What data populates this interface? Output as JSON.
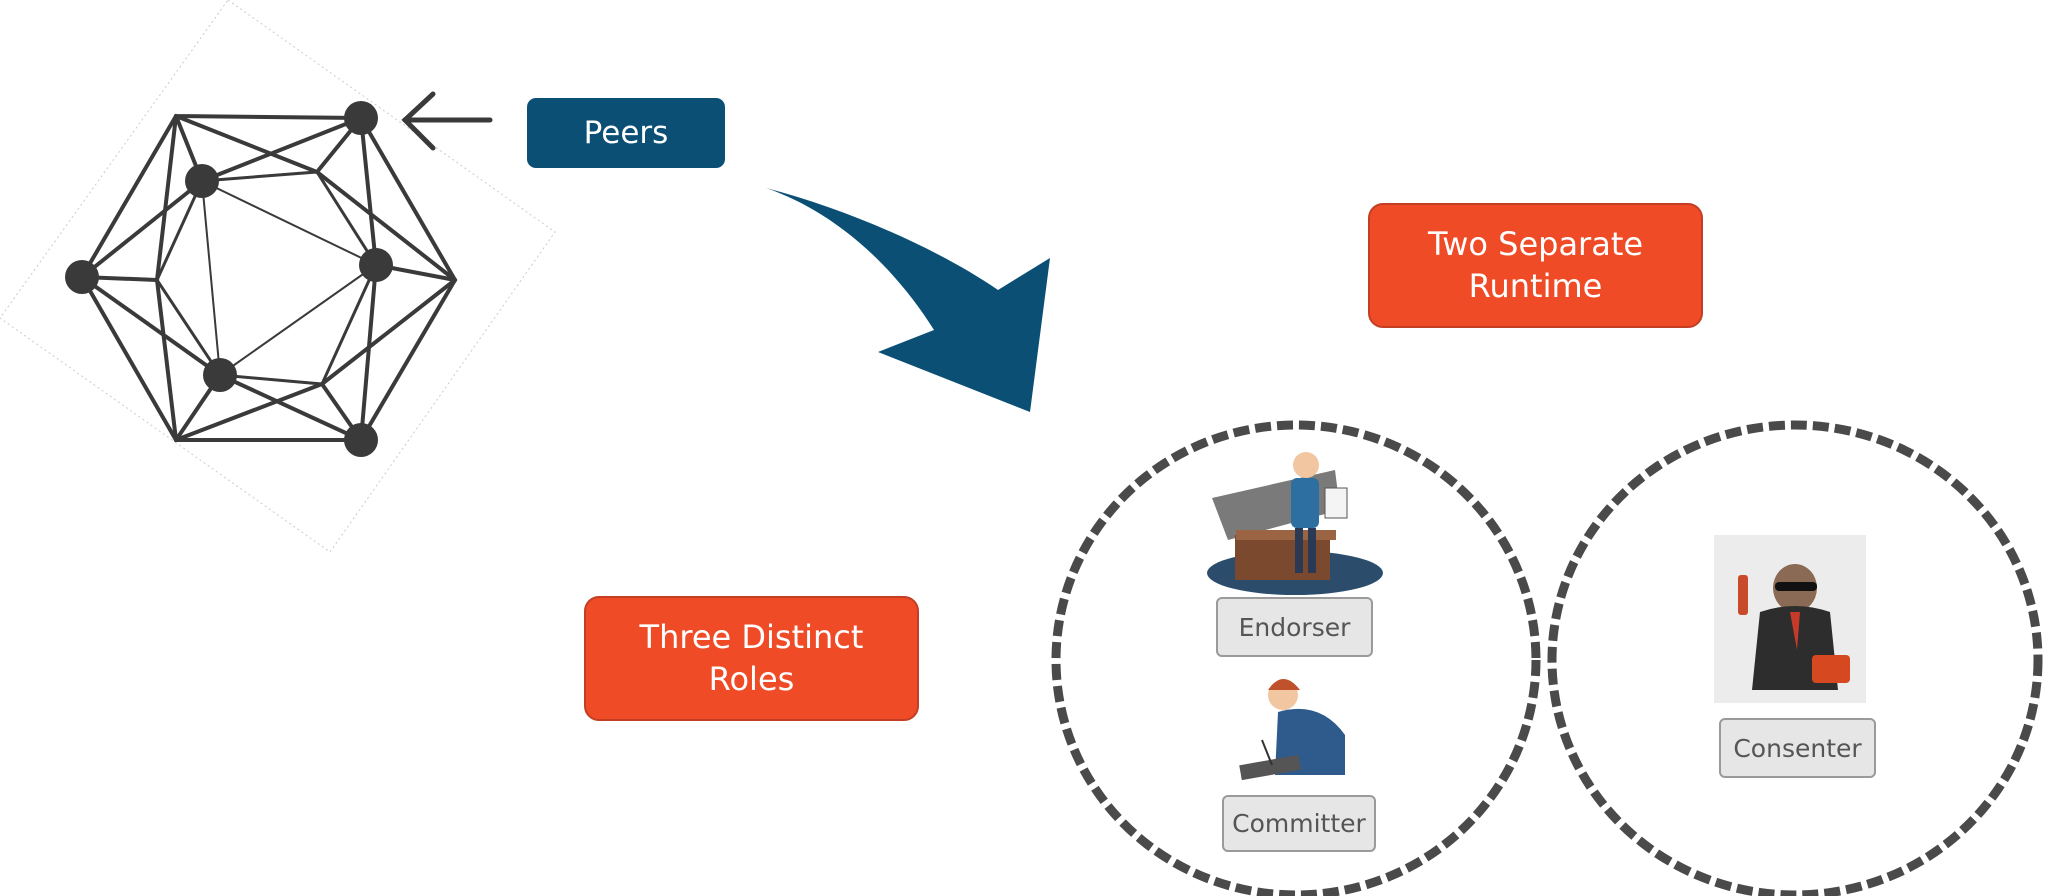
{
  "peers_label": "Peers",
  "runtime_label": "Two Separate\nRuntime",
  "roles_label": "Three Distinct\nRoles",
  "roles": {
    "endorser": "Endorser",
    "committer": "Committer",
    "consenter": "Consenter"
  },
  "colors": {
    "peers_box": "#0b4f74",
    "orange_box": "#ef4b27",
    "network_lines": "#3a3a3a",
    "dashed_circle": "#4a4a4a"
  },
  "icons": [
    "network-icon",
    "arrow-left-icon",
    "curved-arrow-icon",
    "endorser-figure-icon",
    "committer-figure-icon",
    "consenter-figure-icon"
  ]
}
